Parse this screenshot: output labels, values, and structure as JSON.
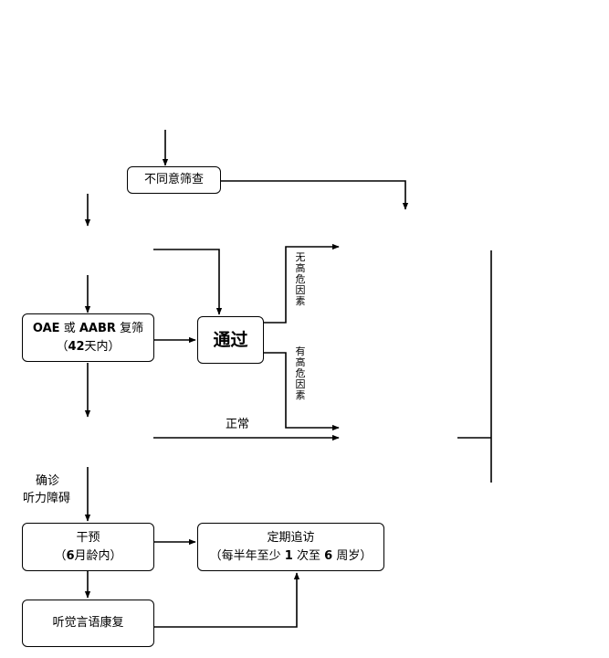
{
  "nodes": {
    "refuse": "不同意筛查",
    "rescreen_line1_a": "OAE",
    "rescreen_line1_b": "或",
    "rescreen_line1_c": "AABR",
    "rescreen_line1_d": "复筛",
    "rescreen_line2_a": "（",
    "rescreen_line2_b": "42",
    "rescreen_line2_c": "天内）",
    "pass": "通过",
    "intervention_line1": "干预",
    "intervention_line2_a": "（",
    "intervention_line2_b": "6",
    "intervention_line2_c": "月龄内）",
    "followup_line1": "定期追访",
    "followup_line2_a": "（每半年至少",
    "followup_line2_b": "1",
    "followup_line2_c": "次至",
    "followup_line2_d": "6",
    "followup_line2_e": "周岁）",
    "rehab": "听觉言语康复"
  },
  "labels": {
    "no_risk": [
      "无",
      "高",
      "危",
      "因",
      "素"
    ],
    "has_risk": [
      "有",
      "高",
      "危",
      "因",
      "素"
    ],
    "normal": "正常",
    "diagnosis_line1": "确诊",
    "diagnosis_line2": "听力障碍"
  }
}
